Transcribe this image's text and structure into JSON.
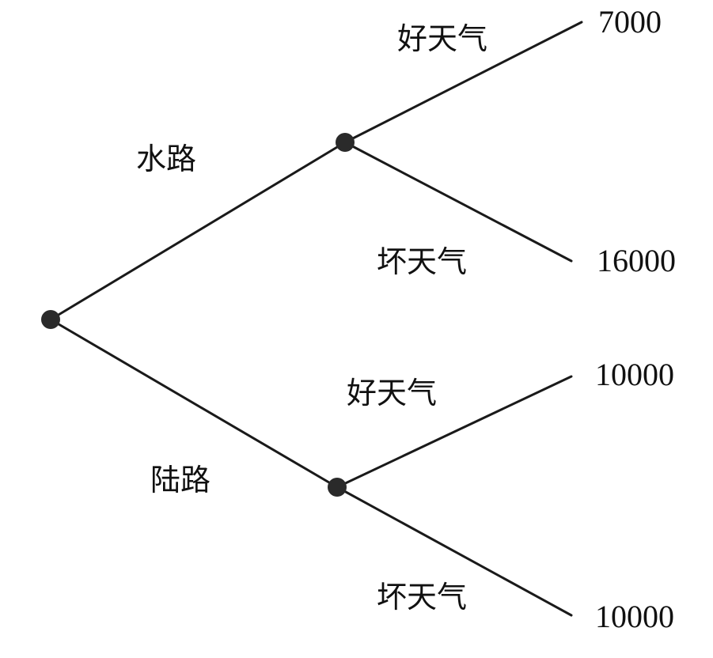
{
  "branches": {
    "water": {
      "label": "水路",
      "good": {
        "label": "好天气",
        "value": "7000"
      },
      "bad": {
        "label": "坏天气",
        "value": "16000"
      }
    },
    "land": {
      "label": "陆路",
      "good": {
        "label": "好天气",
        "value": "10000"
      },
      "bad": {
        "label": "坏天气",
        "value": "10000"
      }
    }
  },
  "colors": {
    "ink": "#1a1a1a",
    "node": "#2a2a2a",
    "background": "#ffffff"
  }
}
